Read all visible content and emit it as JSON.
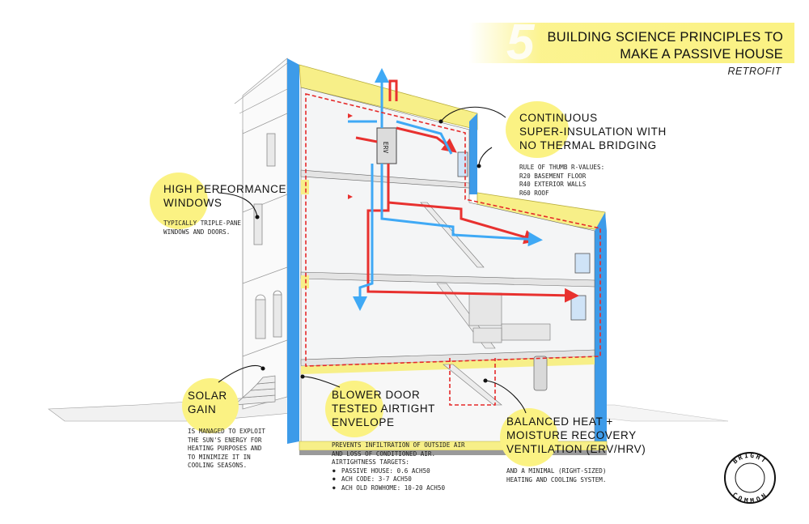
{
  "title": {
    "number": "5",
    "line1": "BUILDING SCIENCE  PRINCIPLES TO",
    "line2": "MAKE A PASSIVE HOUSE",
    "subtitle": "RETROFIT"
  },
  "callouts": {
    "insulation": {
      "heading_lines": [
        "CONTINUOUS",
        "SUPER-INSULATION WITH",
        "NO THERMAL BRIDGING"
      ],
      "body_lines": [
        "RULE OF THUMB R-VALUES:",
        "R20 BASEMENT FLOOR",
        "R40 EXTERIOR WALLS",
        "R60 ROOF"
      ]
    },
    "windows": {
      "heading_lines": [
        "HIGH PERFORMANCE",
        "WINDOWS"
      ],
      "body_lines": [
        "TYPICALLY TRIPLE-PANE",
        "WINDOWS AND DOORS."
      ]
    },
    "solar": {
      "heading_lines": [
        "SOLAR",
        "GAIN"
      ],
      "body_lines": [
        "IS MANAGED TO EXPLOIT",
        "THE SUN'S ENERGY FOR",
        "HEATING PURPOSES AND",
        "TO MINIMIZE IT IN",
        "COOLING SEASONS."
      ]
    },
    "airtight": {
      "heading_lines": [
        "BLOWER DOOR",
        "TESTED AIRTIGHT",
        "ENVELOPE"
      ],
      "body_lines": [
        "PREVENTS INFILTRATION OF OUTSIDE AIR",
        "AND LOSS OF CONDITIONED AIR.",
        "AIRTIGHTNESS TARGETS:"
      ],
      "targets": [
        "PASSIVE HOUSE: 0.6 ACH50",
        "ACH CODE: 3-7 ACH50",
        "ACH OLD ROWHOME: 10-20 ACH50"
      ]
    },
    "ventilation": {
      "heading_lines": [
        "BALANCED HEAT +",
        "MOISTURE RECOVERY",
        "VENTILATION (ERV/HRV)"
      ],
      "body_lines": [
        "AND A MINIMAL (RIGHT-SIZED)",
        "HEATING AND COOLING SYSTEM."
      ]
    }
  },
  "diagram": {
    "erv_label": "ERV"
  },
  "logo": {
    "text_top": "BRIGHT",
    "text_bottom": "COMMON"
  },
  "colors": {
    "highlight": "#fbf283",
    "insulation_yellow": "#f7ef88",
    "insulation_blue": "#3d9be9",
    "supply_red": "#e8312f",
    "fresh_blue": "#3fa9f5",
    "envelope_red": "#e52a2a"
  }
}
